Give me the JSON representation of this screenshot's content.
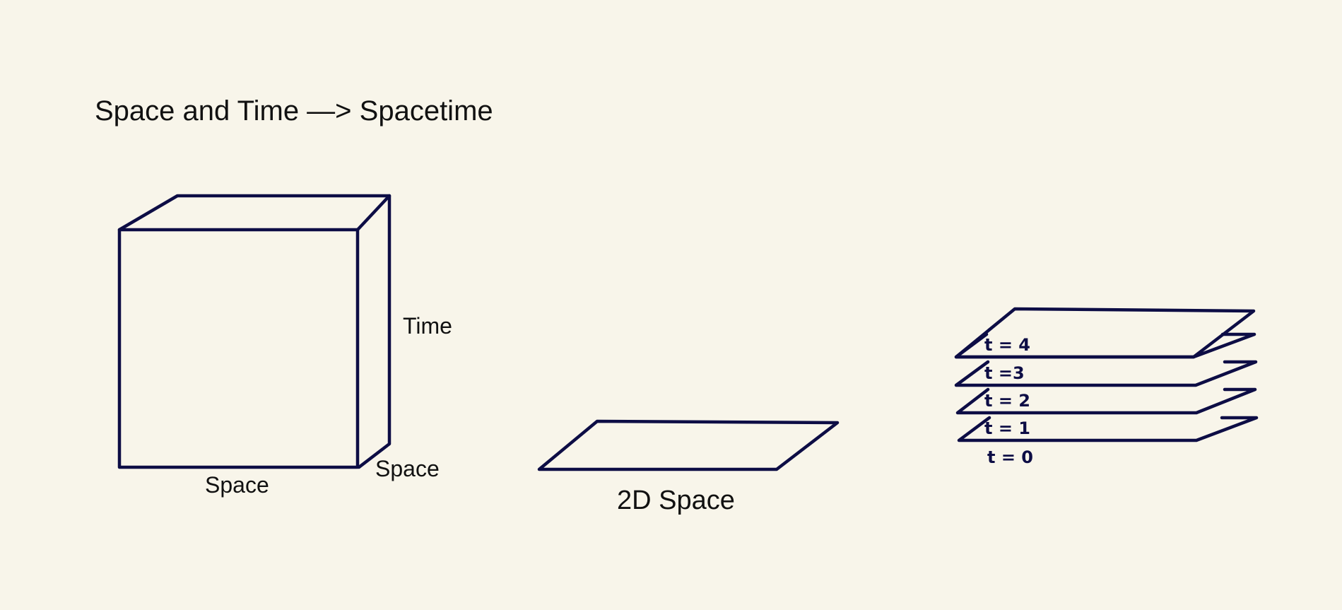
{
  "title": "Space and Time —> Spacetime",
  "colors": {
    "background": "#f8f5ea",
    "line": "#0d0d45",
    "text": "#111111"
  },
  "cube": {
    "label_time": "Time",
    "label_space_front": "Space",
    "label_space_side": "Space"
  },
  "plane": {
    "label": "2D Space"
  },
  "stack": {
    "slices": [
      {
        "label": "t = 4"
      },
      {
        "label": "t =3"
      },
      {
        "label": "t = 2"
      },
      {
        "label": "t = 1"
      },
      {
        "label": "t = 0"
      }
    ]
  }
}
